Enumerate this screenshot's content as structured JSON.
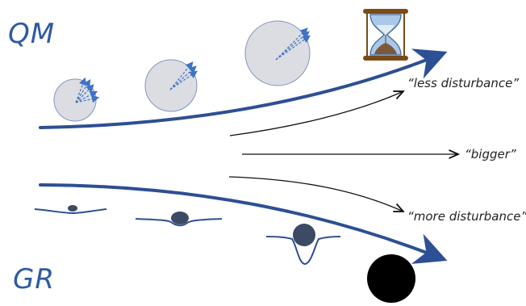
{
  "labels": {
    "top": "QM",
    "bottom": "GR"
  },
  "annotations": {
    "less": "“less disturbance”",
    "bigger": "“bigger”",
    "more": "“more disturbance”"
  },
  "colors": {
    "main_arrow": "#2d4f93",
    "circle_fill": "#dcdde2",
    "circle_stroke": "#7f96c2",
    "dashed_arrow": "#3f73c4",
    "well_line": "#2d4f93",
    "mass_fill": "#3d4a63",
    "black_hole": "#000000",
    "hourglass_frame": "#7a4a18",
    "hourglass_glass": "#a9c8ea",
    "hourglass_sand": "#7a5a3a"
  },
  "icons": [
    "hourglass-icon"
  ]
}
